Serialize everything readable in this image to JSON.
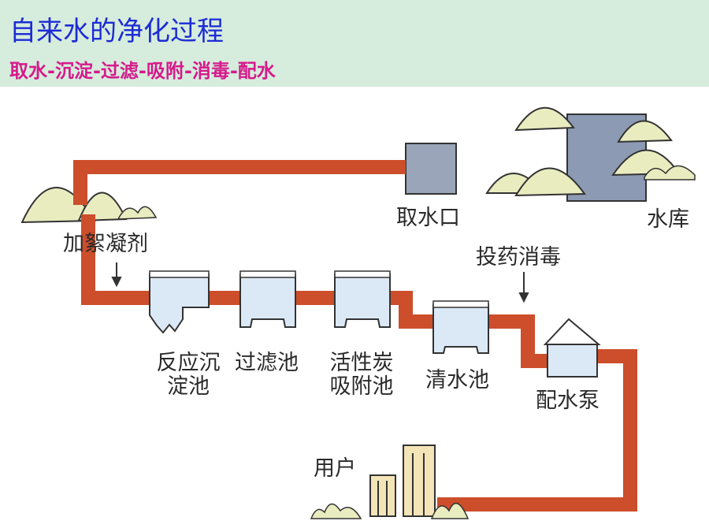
{
  "header": {
    "title": "自来水的净化过程",
    "subtitle": "取水-沉淀-过滤-吸附-消毒-配水"
  },
  "labels": {
    "reservoir": "水库",
    "intake": "取水口",
    "coagulant": "加絮凝剂",
    "disinfect": "投药消毒",
    "sedimentation_line1": "反应沉",
    "sedimentation_line2": "淀池",
    "filter": "过滤池",
    "carbon_line1": "活性炭",
    "carbon_line2": "吸附池",
    "clear_water": "清水池",
    "pump": "配水泵",
    "user": "用户"
  },
  "colors": {
    "pipe": "#cc4e2a",
    "tank_water": "#dbe9f7",
    "hill": "#e9ecbf",
    "building": "#f4e5b8",
    "reservoir_water": "#8c9ab3"
  }
}
